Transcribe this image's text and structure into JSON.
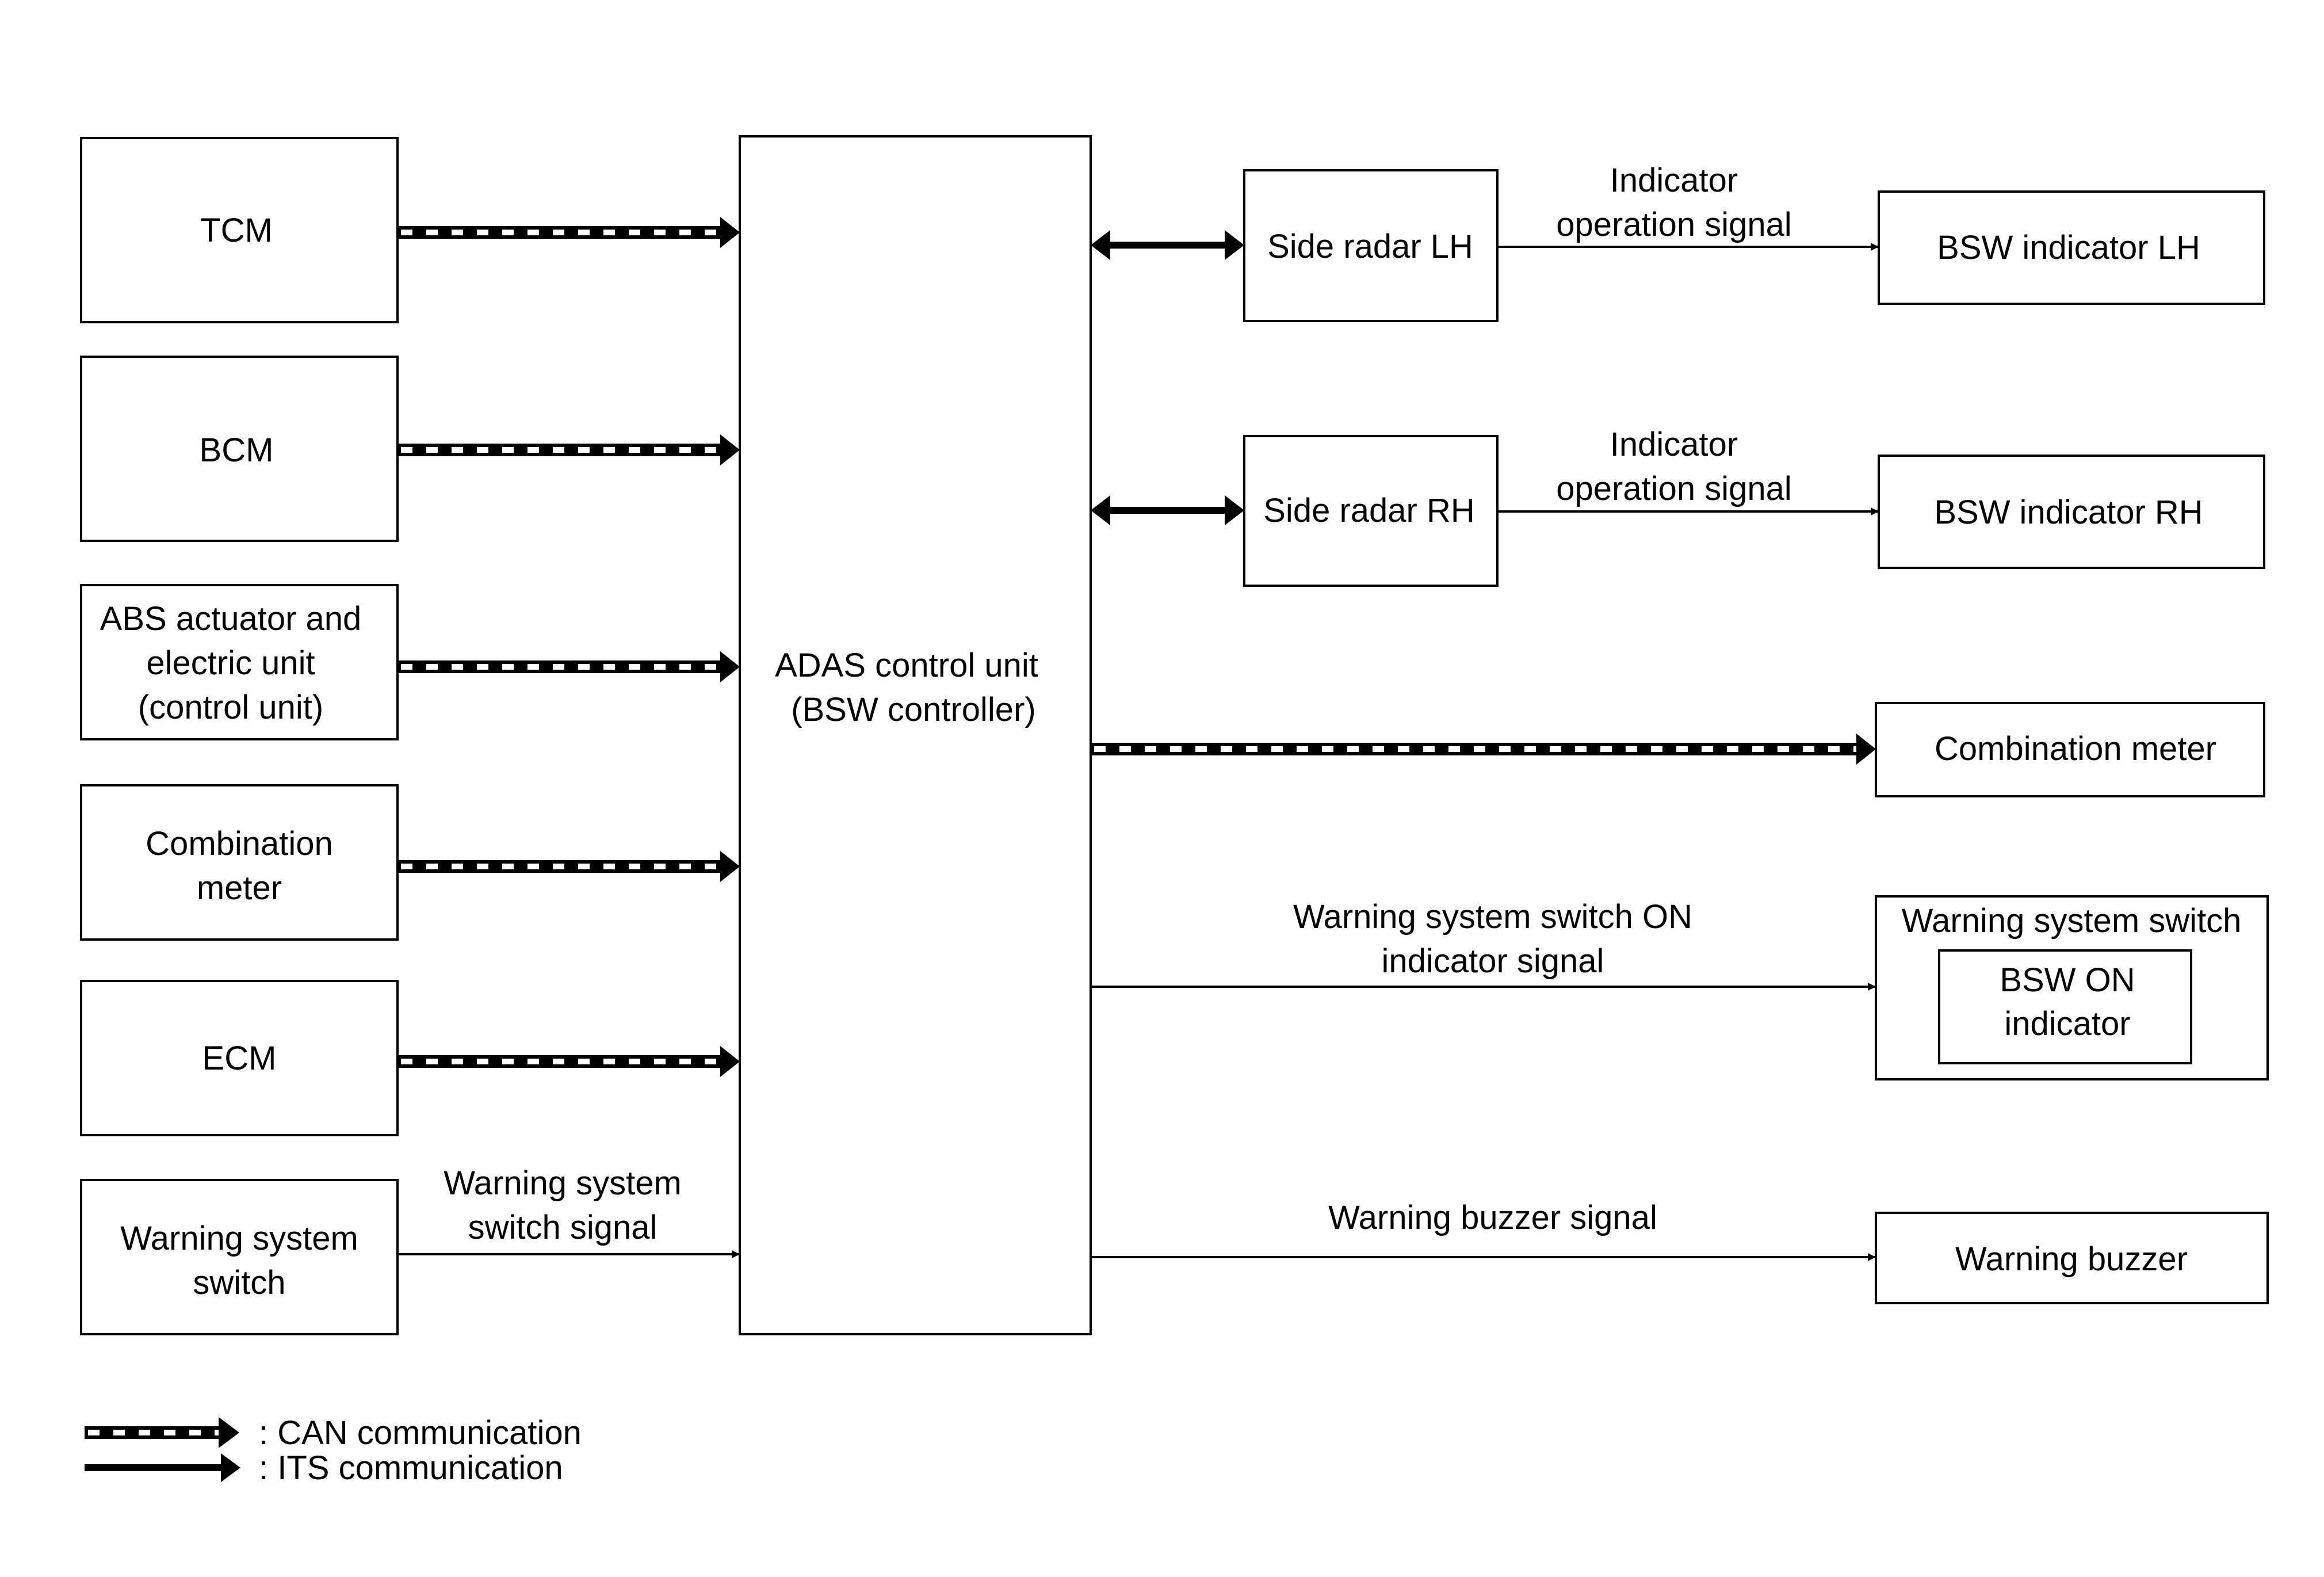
{
  "colors": {
    "line": "#000000",
    "background": "#ffffff",
    "can_dash": "#ffffff"
  },
  "boxes": {
    "tcm": [
      "TCM"
    ],
    "bcm": [
      "BCM"
    ],
    "abs": [
      "ABS actuator and",
      "electric unit",
      "(control unit)"
    ],
    "meter_left": [
      "Combination",
      "meter"
    ],
    "ecm": [
      "ECM"
    ],
    "warn_switch_left": [
      "Warning system",
      "switch"
    ],
    "adas": [
      "ADAS control unit",
      "(BSW controller)"
    ],
    "radar_lh": [
      "Side radar LH"
    ],
    "radar_rh": [
      "Side radar RH"
    ],
    "bsw_ind_lh": [
      "BSW indicator LH"
    ],
    "bsw_ind_rh": [
      "BSW indicator RH"
    ],
    "meter_right": [
      "Combination meter"
    ],
    "warn_switch_right": [
      "Warning system switch"
    ],
    "bsw_on_indicator": [
      "BSW ON",
      "indicator"
    ],
    "warning_buzzer": [
      "Warning buzzer"
    ]
  },
  "labels": {
    "ind_op_lh": [
      "Indicator",
      "operation signal"
    ],
    "ind_op_rh": [
      "Indicator",
      "operation signal"
    ],
    "switch_signal": [
      "Warning system",
      "switch signal"
    ],
    "switch_on_ind_signal": [
      "Warning system switch ON",
      "indicator signal"
    ],
    "buzzer_signal": [
      "Warning buzzer signal"
    ]
  },
  "legend": {
    "can": ": CAN communication",
    "its": ": ITS communication"
  }
}
